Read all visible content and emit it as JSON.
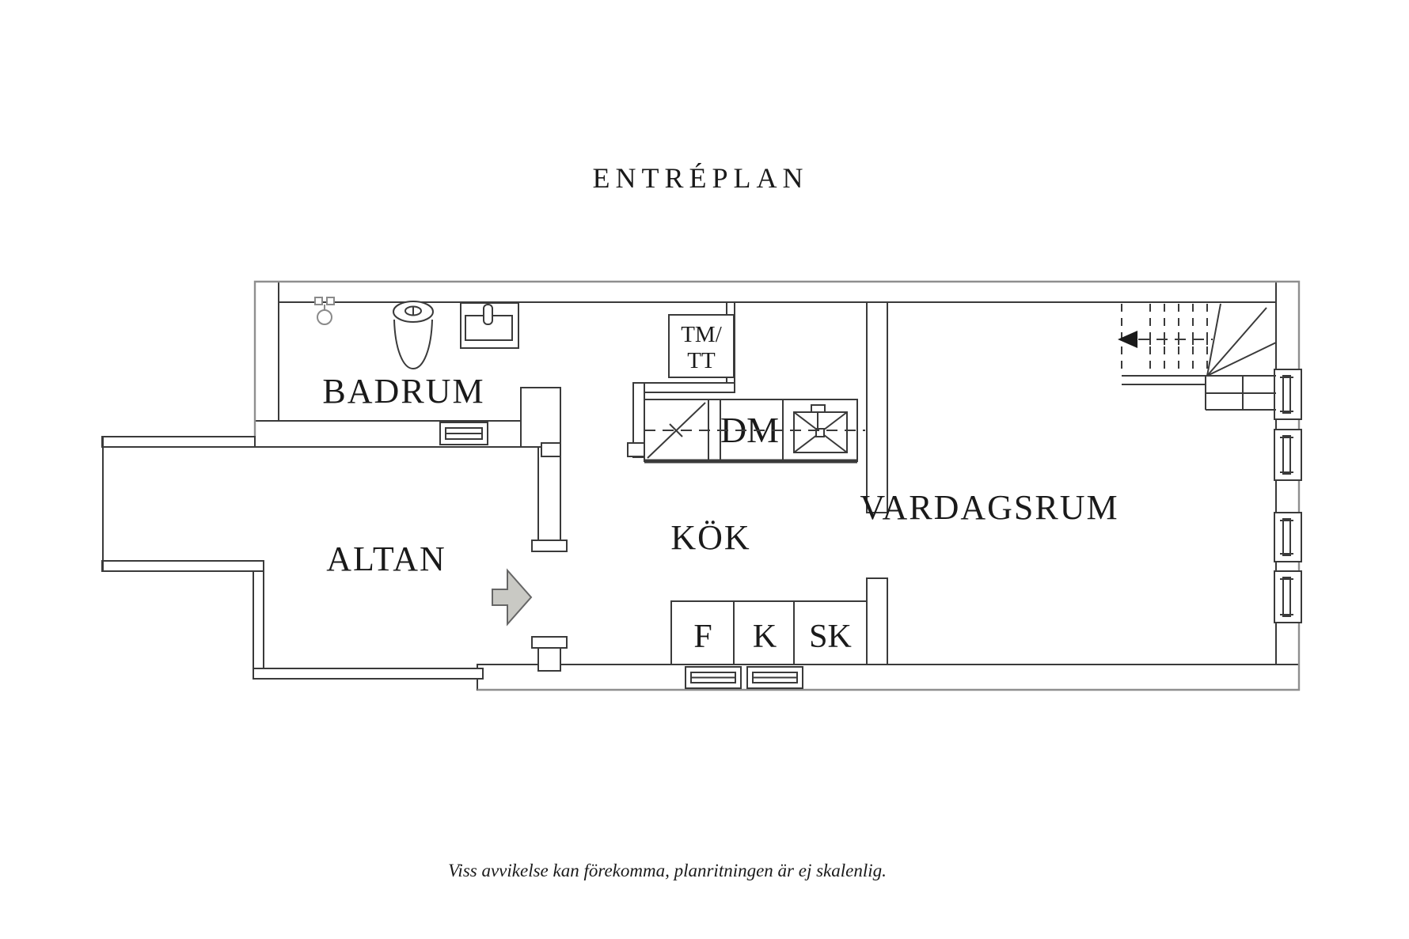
{
  "labels": {
    "title": "ENTRÉPLAN",
    "disclaimer": "Viss avvikelse kan förekomma, planritningen är ej skalenlig."
  },
  "rooms": {
    "badrum": "BADRUM",
    "altan": "ALTAN",
    "kok": "KÖK",
    "vardagsrum": "VARDAGSRUM"
  },
  "appliances": {
    "tm_tt_line1": "TM/",
    "tm_tt_line2": "TT",
    "dm": "DM",
    "f": "F",
    "k": "K",
    "sk": "SK"
  },
  "colors": {
    "background": "#ffffff",
    "line": "#3a3a3a",
    "outer_line": "#8f8f8f",
    "shower_line": "#8a8a8a",
    "arrow_fill": "#c9c9c4",
    "arrow_stroke": "#666666",
    "text": "#1a1a1a"
  }
}
